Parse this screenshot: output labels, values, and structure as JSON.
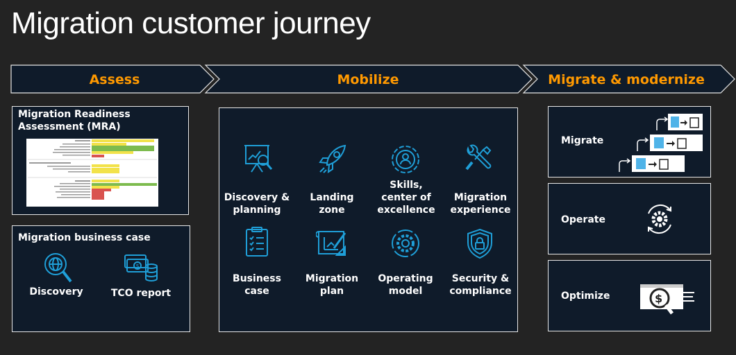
{
  "title": "Migration customer journey",
  "colors": {
    "accent": "#ff9900",
    "icon": "#1f9fd8",
    "panel": "#0f1b2a",
    "background": "#232323"
  },
  "phases": [
    {
      "label": "Assess"
    },
    {
      "label": "Mobilize"
    },
    {
      "label": "Migrate & modernize"
    }
  ],
  "assess": {
    "mra": {
      "title": "Migration Readiness Assessment (MRA)"
    },
    "business_case": {
      "title": "Migration business case",
      "items": [
        {
          "label": "Discovery",
          "icon": "magnifier-globe-icon"
        },
        {
          "label": "TCO report",
          "icon": "money-stack-icon"
        }
      ]
    }
  },
  "mobilize": {
    "items": [
      {
        "label": "Discovery &\nplanning",
        "icon": "presentation-analysis-icon"
      },
      {
        "label": "Landing\nzone",
        "icon": "rocket-icon"
      },
      {
        "label": "Skills,\ncenter of\nexcellence",
        "icon": "people-gear-icon"
      },
      {
        "label": "Migration\nexperience",
        "icon": "tools-icon"
      },
      {
        "label": "Business\ncase",
        "icon": "checklist-icon"
      },
      {
        "label": "Migration\nplan",
        "icon": "blueprint-icon"
      },
      {
        "label": "Operating\nmodel",
        "icon": "gear-circle-icon"
      },
      {
        "label": "Security &\ncompliance",
        "icon": "shield-lock-icon"
      }
    ]
  },
  "migrate": {
    "items": [
      {
        "label": "Migrate",
        "icon": "migrate-flow-icon"
      },
      {
        "label": "Operate",
        "icon": "gear-cycle-icon"
      },
      {
        "label": "Optimize",
        "icon": "cost-magnifier-icon"
      }
    ]
  }
}
